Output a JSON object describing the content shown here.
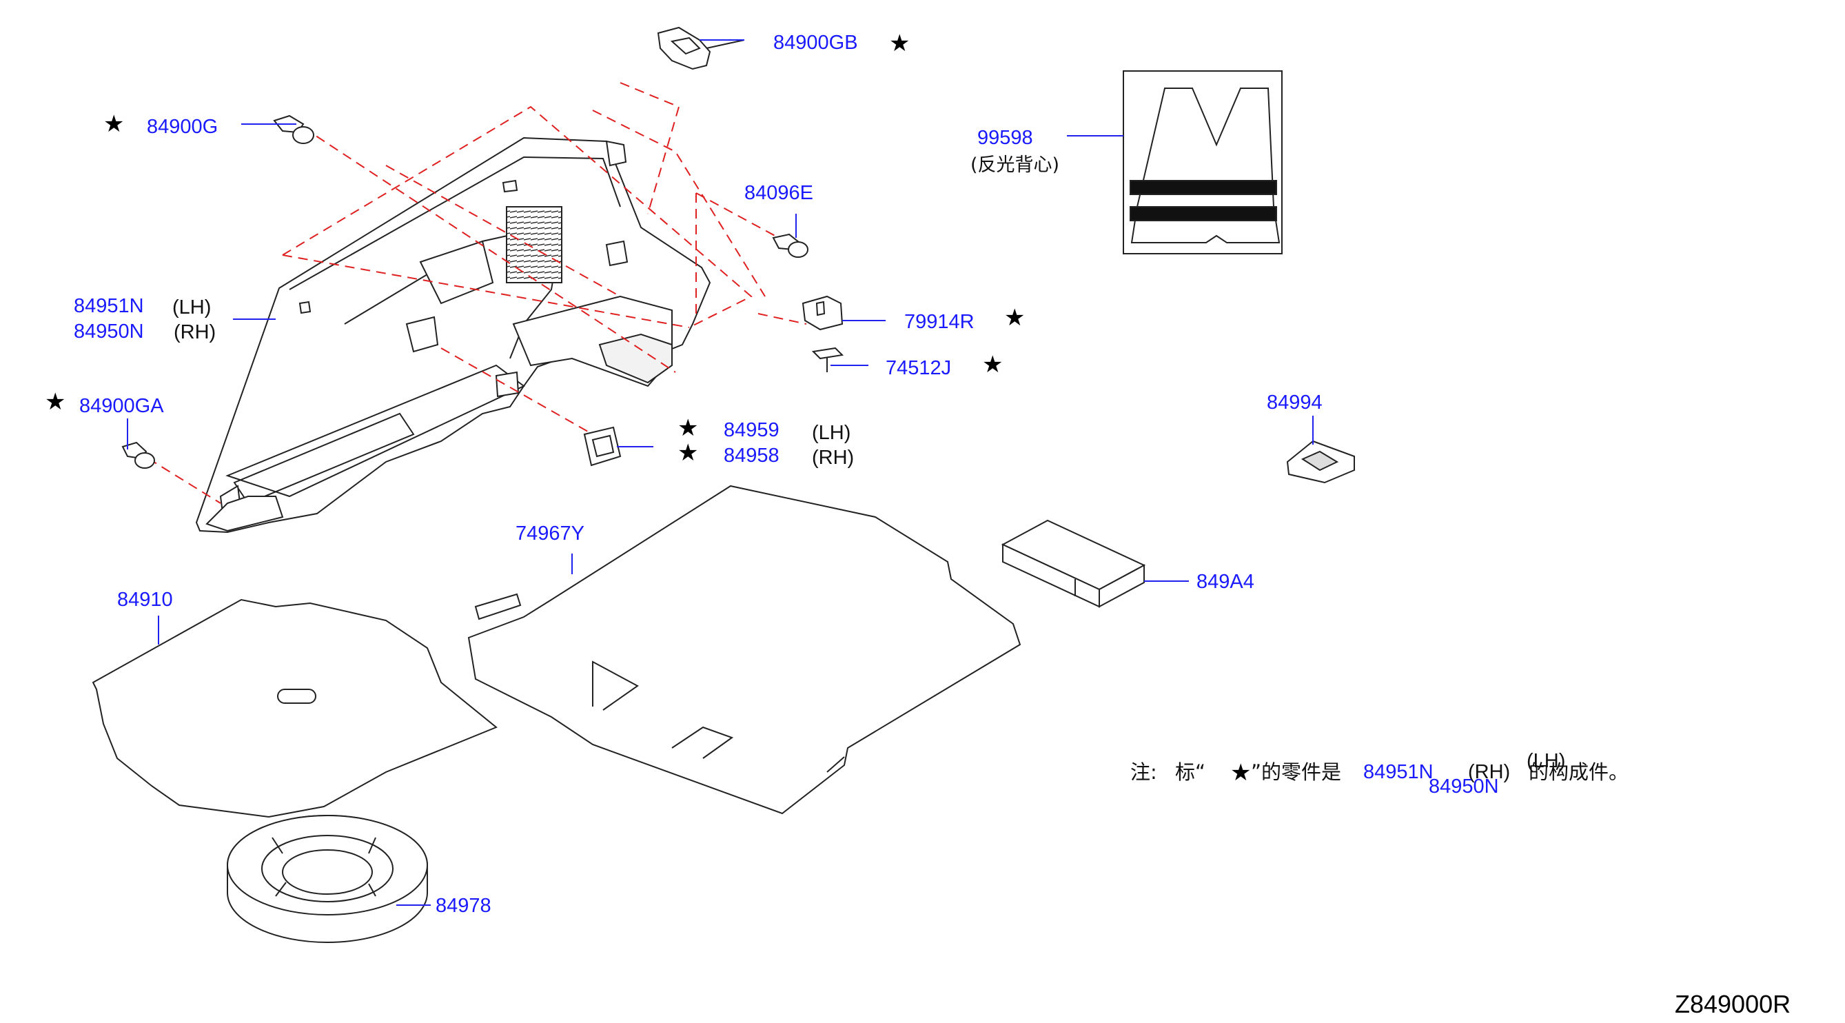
{
  "diagram_code": "Z849000R",
  "parts": {
    "p84900GB": "84900GB",
    "p84900G": "84900G",
    "p84096E": "84096E",
    "p84951N": "84951N",
    "p84950N": "84950N",
    "p79914R": "79914R",
    "p74512J": "74512J",
    "p84900GA": "84900GA",
    "p84959": "84959",
    "p84958": "84958",
    "p74967Y": "74967Y",
    "p84910": "84910",
    "p849A4": "849A4",
    "p84994": "84994",
    "p84978": "84978",
    "p99598": "99598"
  },
  "side": {
    "lh": "(LH)",
    "rh": "(RH)"
  },
  "vest_caption": "(反光背心)",
  "note": {
    "prefix": "注:",
    "mark_open": "标“",
    "mark_close": "”的零件是",
    "part_lh": "84951N",
    "part_rh": "84950N",
    "side_rh": "(RH)",
    "side_lh": "(LH)",
    "suffix": "的构成件。"
  },
  "star_symbol": "★",
  "colors": {
    "label": "#1a1aff",
    "leader": "#2222ee",
    "ghost": "#e02020",
    "ink": "#111111"
  }
}
